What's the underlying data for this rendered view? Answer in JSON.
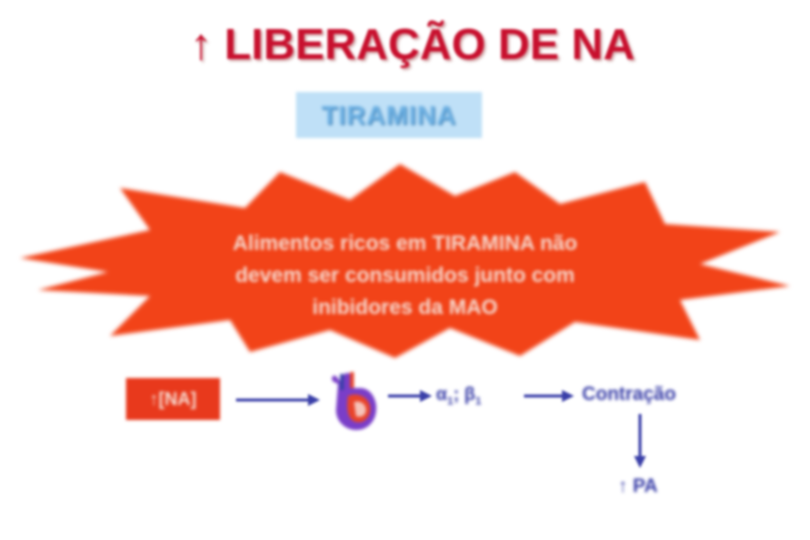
{
  "slide": {
    "title": "↑ LIBERAÇÃO DE NA",
    "subtitle": "TIRAMINA",
    "burst_text": {
      "line1": "Alimentos ricos em  TIRAMINA não",
      "line2": "devem ser consumidos junto com",
      "line3": "inibidores da MAO"
    },
    "flow": {
      "start_label": "↑[NA]",
      "heart_icon": "heart-icon",
      "receptors_alpha": "α",
      "receptors_alpha_sub": "1",
      "receptors_sep": "; ",
      "receptors_beta": "β",
      "receptors_beta_sub": "1",
      "contraction_label": "Contração",
      "result_label": "↑ PA"
    }
  },
  "colors": {
    "title": "#c8102e",
    "subtitle_bg": "#bfe0f7",
    "subtitle_text": "#6fb2e4",
    "burst_fill": "#f24318",
    "flow_text": "#3a3fa8",
    "na_box": "#e8391c"
  }
}
